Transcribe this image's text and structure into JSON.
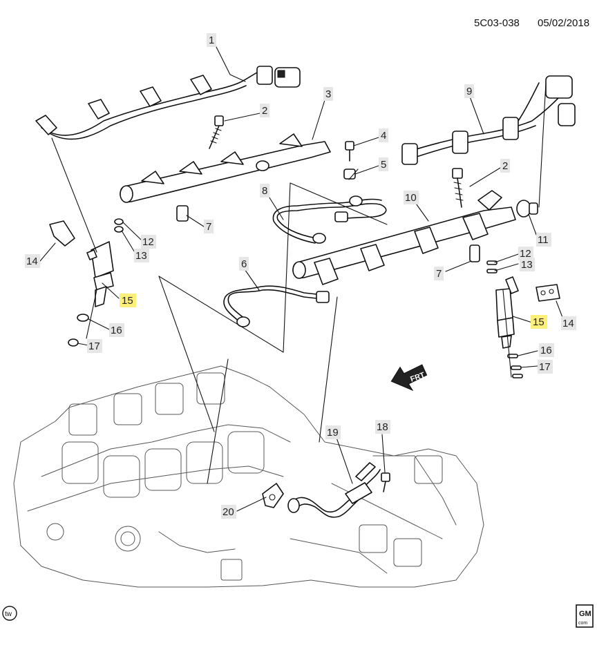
{
  "header": {
    "ref_code": "5C03-038",
    "date": "05/02/2018"
  },
  "callouts": [
    {
      "id": "c1",
      "text": "1"
    },
    {
      "id": "c2a",
      "text": "2"
    },
    {
      "id": "c2b",
      "text": "2"
    },
    {
      "id": "c3",
      "text": "3"
    },
    {
      "id": "c4",
      "text": "4"
    },
    {
      "id": "c5",
      "text": "5"
    },
    {
      "id": "c6",
      "text": "6"
    },
    {
      "id": "c7a",
      "text": "7"
    },
    {
      "id": "c7b",
      "text": "7"
    },
    {
      "id": "c8",
      "text": "8"
    },
    {
      "id": "c9",
      "text": "9"
    },
    {
      "id": "c10",
      "text": "10"
    },
    {
      "id": "c11",
      "text": "11"
    },
    {
      "id": "c12a",
      "text": "12"
    },
    {
      "id": "c12b",
      "text": "12"
    },
    {
      "id": "c13a",
      "text": "13"
    },
    {
      "id": "c13b",
      "text": "13"
    },
    {
      "id": "c14a",
      "text": "14"
    },
    {
      "id": "c14b",
      "text": "14"
    },
    {
      "id": "c15a",
      "text": "15",
      "highlight": true
    },
    {
      "id": "c15b",
      "text": "15",
      "highlight": true
    },
    {
      "id": "c16a",
      "text": "16"
    },
    {
      "id": "c16b",
      "text": "16"
    },
    {
      "id": "c17a",
      "text": "17"
    },
    {
      "id": "c17b",
      "text": "17"
    },
    {
      "id": "c18",
      "text": "18"
    },
    {
      "id": "c19",
      "text": "19"
    },
    {
      "id": "c20",
      "text": "20"
    }
  ],
  "direction_arrow": {
    "label": "FRT"
  },
  "badges": {
    "tw": "tw",
    "gm_top": "GM",
    "gm_bottom": "com"
  },
  "colors": {
    "highlight": "#fdf07a",
    "label_bg": "#e6e6e6",
    "line": "#111111"
  }
}
